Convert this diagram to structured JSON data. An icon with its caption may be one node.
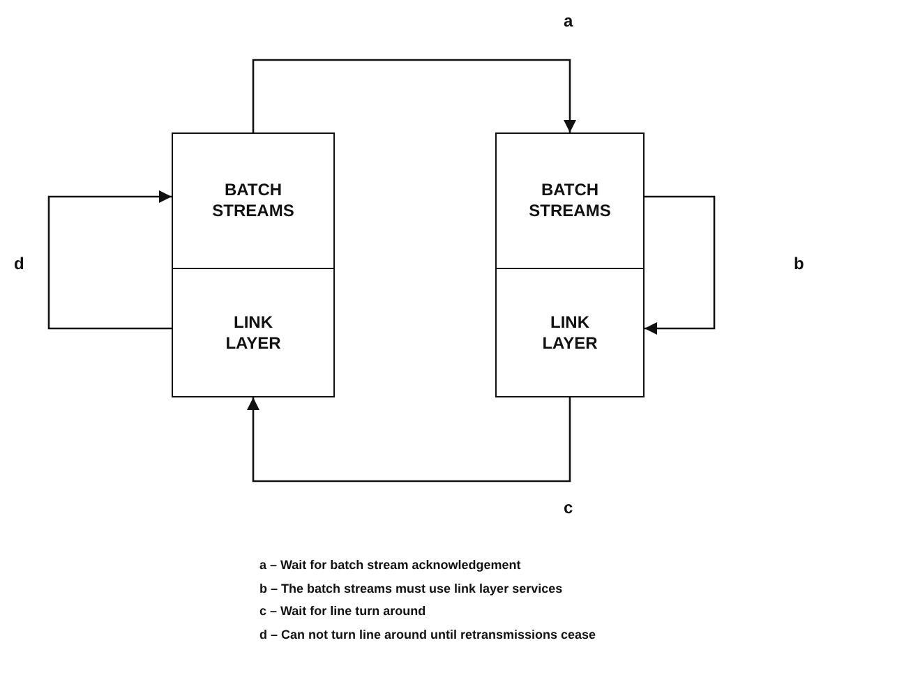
{
  "diagram": {
    "nodes": [
      {
        "text": [
          "BATCH STREAMS"
        ]
      },
      {
        "text": [
          "LINK LAYER"
        ]
      },
      {
        "text": [
          "BATCH STREAMS"
        ]
      },
      {
        "text": [
          "LINK LAYER"
        ]
      }
    ],
    "edges": [
      {
        "from": 0,
        "to": 2,
        "arrow": "to",
        "label": "a"
      },
      {
        "from": 2,
        "to": 3,
        "arrow": "to",
        "label": "b"
      },
      {
        "from": 3,
        "to": 1,
        "arrow": "to",
        "label": "c"
      },
      {
        "from": 1,
        "to": 0,
        "arrow": "to",
        "label": "d"
      }
    ],
    "labels": [
      "a – Wait for batch stream acknowledgement",
      "b – The batch streams must use link layer services",
      "c – Wait for line turn around",
      "d – Can not turn line around until retransmissions cease"
    ]
  }
}
